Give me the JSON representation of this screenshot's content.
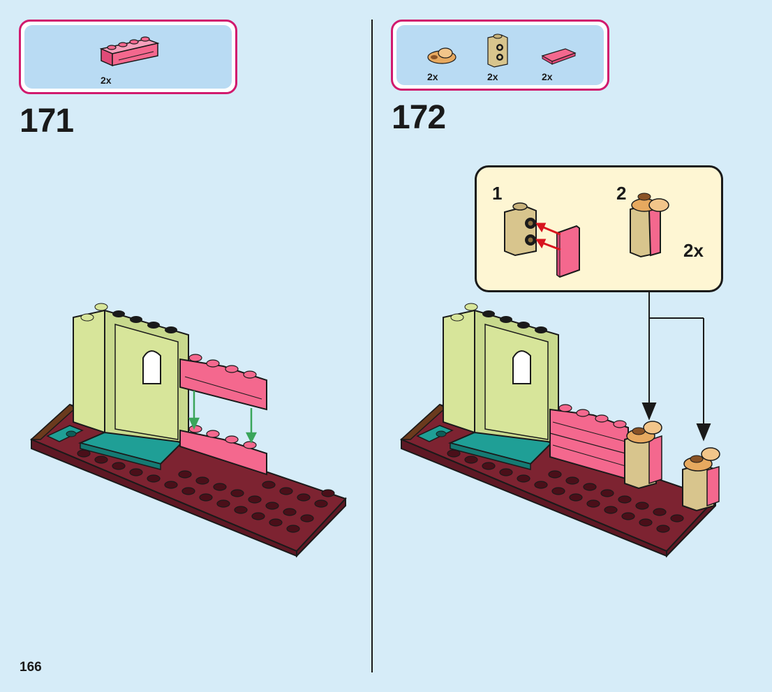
{
  "page": {
    "number": "166"
  },
  "steps": [
    {
      "number": "171",
      "parts": [
        {
          "icon": "pink-1x4-brick-with-brick-pattern",
          "qty": "2x"
        }
      ]
    },
    {
      "number": "172",
      "parts": [
        {
          "icon": "light-nougat-bar-holder-clip",
          "qty": "2x"
        },
        {
          "icon": "tan-brick-with-2-side-studs",
          "qty": "2x"
        },
        {
          "icon": "pink-1x2-tile",
          "qty": "2x"
        }
      ],
      "callout": {
        "sub1": "1",
        "sub2": "2",
        "multiplier": "2x"
      }
    }
  ],
  "colors": {
    "background": "#d6ecf8",
    "parts_border": "#d11a6e",
    "parts_fill": "#b9dbf3",
    "callout_fill": "#fef6d3",
    "pink": "#f4688e",
    "lime_wall": "#d7e59a",
    "teal": "#1f9f96",
    "dark_red_plate": "#7d2331",
    "tan": "#d8c58d",
    "nougat": "#e7a95f",
    "arrow_green": "#3aa55a",
    "arrow_red": "#d8141e"
  }
}
